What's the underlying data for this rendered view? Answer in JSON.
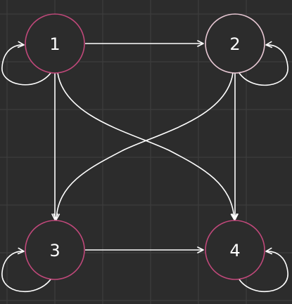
{
  "colors": {
    "background": "#2c2c2c",
    "grid": "#3f3f3f",
    "node_fill": "#2c2c2c",
    "node_stroke_accent": "#c0487a",
    "node_stroke_light": "#e8c8d4",
    "edge": "#ffffff",
    "label": "#ffffff"
  },
  "nodes": [
    {
      "id": "1",
      "label": "1",
      "stroke": "accent"
    },
    {
      "id": "2",
      "label": "2",
      "stroke": "light"
    },
    {
      "id": "3",
      "label": "3",
      "stroke": "accent"
    },
    {
      "id": "4",
      "label": "4",
      "stroke": "accent"
    }
  ],
  "edges": [
    {
      "from": "1",
      "to": "1",
      "kind": "self-loop"
    },
    {
      "from": "1",
      "to": "2",
      "kind": "straight"
    },
    {
      "from": "1",
      "to": "3",
      "kind": "straight"
    },
    {
      "from": "1",
      "to": "4",
      "kind": "curve"
    },
    {
      "from": "2",
      "to": "2",
      "kind": "self-loop"
    },
    {
      "from": "2",
      "to": "3",
      "kind": "curve"
    },
    {
      "from": "2",
      "to": "4",
      "kind": "straight"
    },
    {
      "from": "3",
      "to": "3",
      "kind": "self-loop"
    },
    {
      "from": "3",
      "to": "4",
      "kind": "straight"
    },
    {
      "from": "4",
      "to": "4",
      "kind": "self-loop"
    }
  ]
}
